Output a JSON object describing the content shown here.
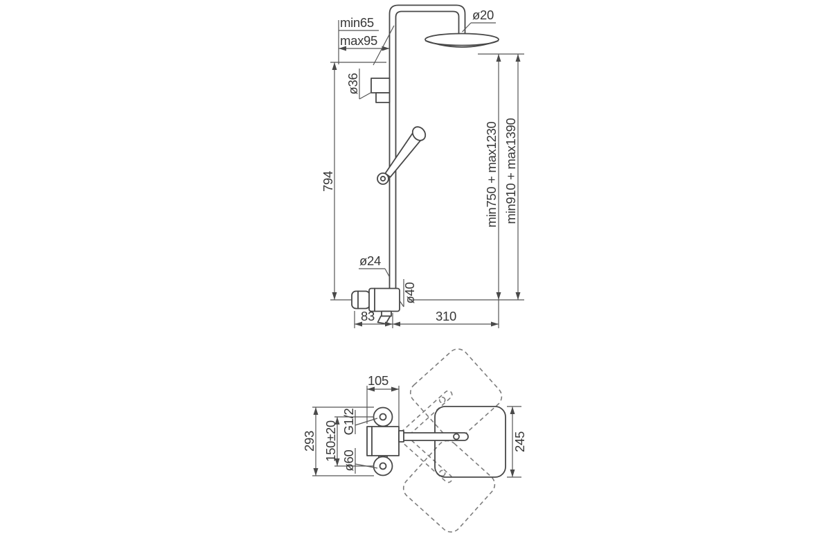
{
  "front_view": {
    "min_wall_distance": "min65",
    "max_wall_distance": "max95",
    "head_pipe_diameter": "ø20",
    "bracket_diameter": "ø36",
    "rail_length": "794",
    "height_head_to_outlet": "min750 + max1230",
    "height_head_to_floor": "min910 + max1390",
    "rail_diameter": "ø24",
    "valve_diameter": "ø40",
    "wall_offset": "83",
    "head_projection": "310"
  },
  "top_view": {
    "body_width": "105",
    "thread_size": "G1/2",
    "overall_depth": "293",
    "inlet_spacing": "150±20",
    "handle_diameter": "ø60",
    "head_width": "245"
  }
}
